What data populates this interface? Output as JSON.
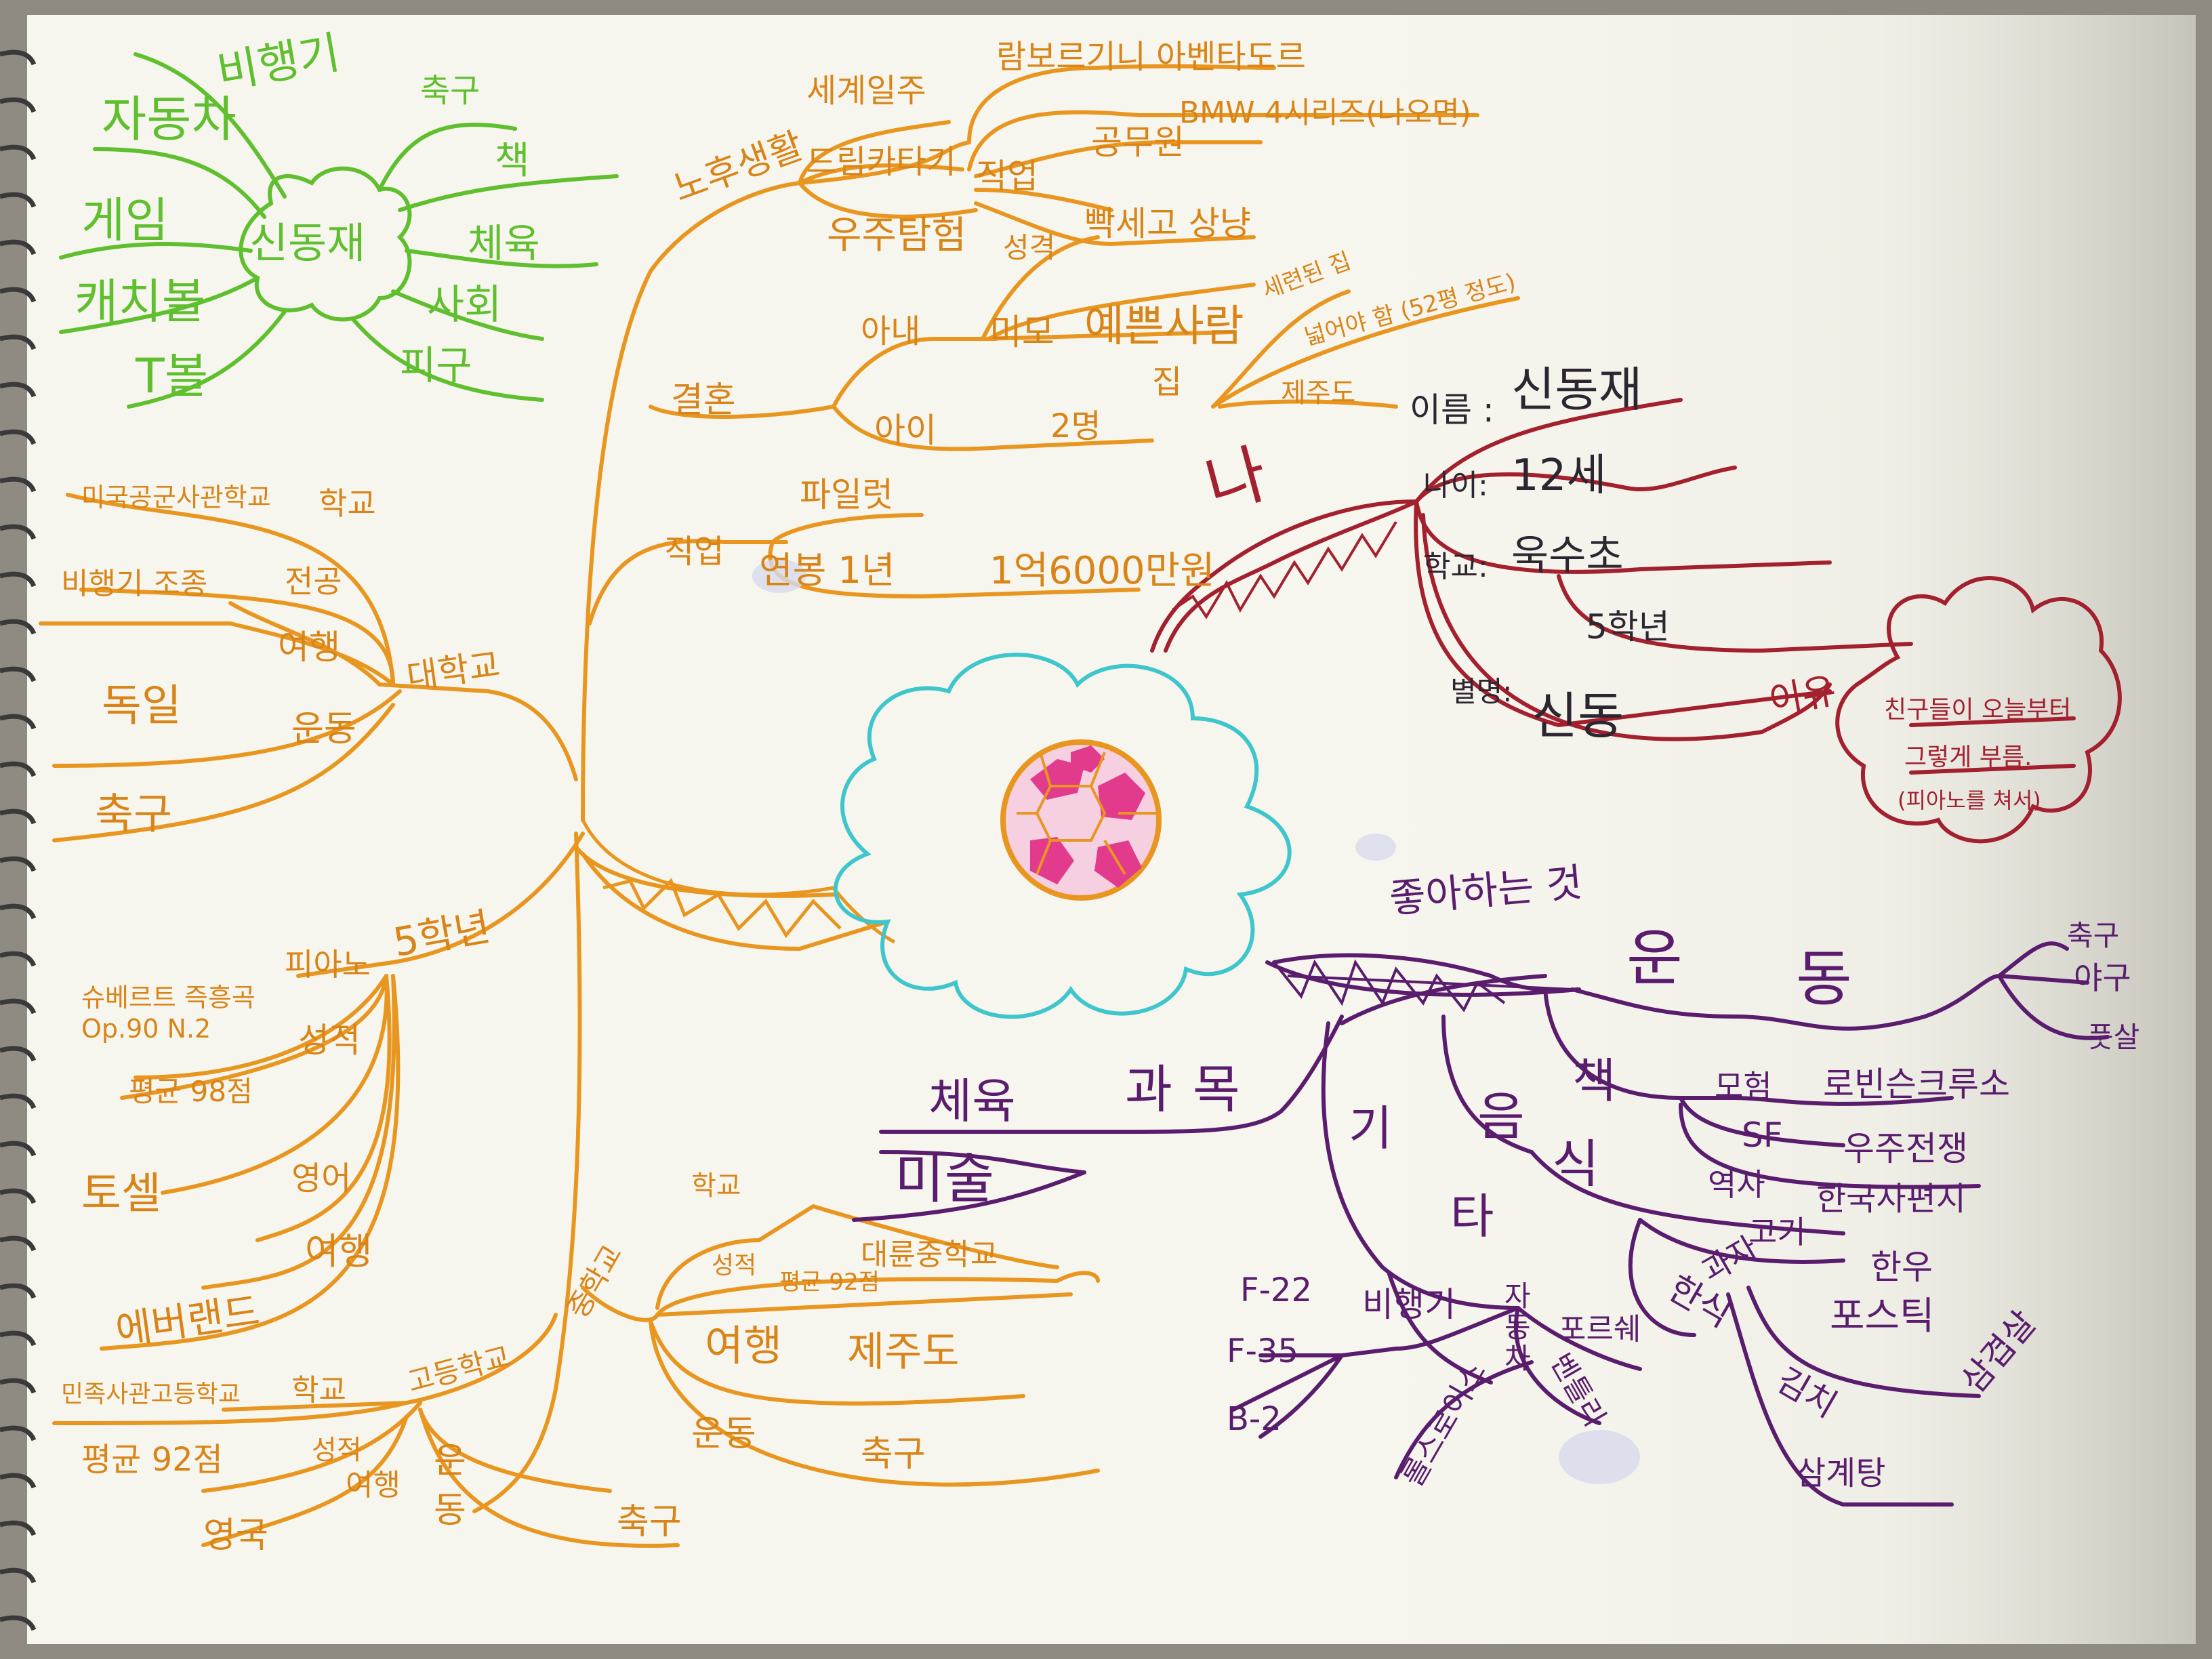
{
  "colors": {
    "green": "#5fbf2e",
    "orange": "#e8961f",
    "red": "#a3202e",
    "purple": "#5a1d6e",
    "cyan": "#3fc6cc",
    "pink": "#e23b8e",
    "paper": "#fbfaf4"
  },
  "green_cluster": {
    "center": "신동재",
    "items": [
      "비행기",
      "자동차",
      "게임",
      "캐치볼",
      "T볼",
      "축구",
      "책",
      "체육",
      "사회",
      "피구"
    ]
  },
  "future": {
    "old_age": {
      "label": "노후생활",
      "items": [
        "세계일주",
        "드림카타기",
        "우주탐험"
      ],
      "cars": [
        "람보르기니 아벤타도르",
        "BMW 4시리즈(나오면)"
      ]
    },
    "job2": {
      "label": "직업",
      "items": [
        "공무원"
      ]
    },
    "personality": {
      "label": "성격",
      "value": "빡세고 상냥"
    },
    "marriage": {
      "label": "결혼",
      "wife": "아내",
      "looks": "미모",
      "pretty": "예쁜사람",
      "house": "집",
      "house_items": [
        "세련된 집",
        "넓어야 함 (52평 정도)",
        "제주도"
      ],
      "child": "아이",
      "child_count": "2명"
    },
    "job": {
      "label": "직업",
      "pilot": "파일럿",
      "salary": "연봉 1년",
      "amount": "1억6000만원"
    }
  },
  "university": {
    "label": "대학교",
    "school": "미국공군사관학교",
    "school_tag": "학교",
    "major_value": "비행기 조종",
    "major_tag": "전공",
    "travel": "여행",
    "germany": "독일",
    "sports": "운동",
    "soccer": "축구"
  },
  "grade5": {
    "label": "5학년",
    "piano": "피아노",
    "piece": "슈베르트 즉흥곡 Op.90 N.2",
    "grade_tag": "성적",
    "avg": "평균 98점",
    "english": "영어",
    "tosel": "토셀",
    "travel": "여행",
    "everland": "에버랜드"
  },
  "middle": {
    "label": "중학교",
    "school_tag": "학교",
    "school": "대륜중학교",
    "grade_tag": "성적",
    "grade": "평균 92점",
    "travel": "여행",
    "jeju": "제주도",
    "sports": "운동",
    "soccer": "축구"
  },
  "high": {
    "label": "고등학교",
    "school": "민족사관고등학교",
    "school_tag": "학교",
    "grade": "평균 92점",
    "grade_tag": "성적",
    "travel": "여행",
    "uk": "영국",
    "sports": "운동",
    "soccer": "축구"
  },
  "me": {
    "label": "나",
    "name_tag": "이름 :",
    "name": "신동재",
    "age_tag": "나이:",
    "age": "12세",
    "school_tag": "학교:",
    "school": "욱수초",
    "grade": "5학년",
    "nick_tag": "별명:",
    "nick": "신동",
    "reason_tag": "이유",
    "reason": [
      "친구들이 오늘부터",
      "그렇게 부름.",
      "(피아노를 쳐서)"
    ]
  },
  "likes": {
    "label": "좋아하는 것",
    "sports": {
      "label": "운동",
      "items": [
        "축구",
        "야구",
        "풋살"
      ]
    },
    "books": {
      "label": "책",
      "genres": [
        {
          "g": "모험",
          "v": "로빈슨크루소"
        },
        {
          "g": "SF",
          "v": "우주전쟁"
        },
        {
          "g": "역사",
          "v": "한국사편지"
        }
      ]
    },
    "food": {
      "label": "음식",
      "meat": "고기",
      "meat_v": "한우",
      "snack": "과자",
      "snack_v": "포스틱",
      "korean": "한식",
      "korean_v": [
        "김치",
        "삼계탕"
      ],
      "pork": "삼겹살"
    },
    "etc": {
      "label": "기타",
      "plane": "비행기",
      "planes": [
        "F-22",
        "F-35",
        "B-2"
      ],
      "car": "자동차",
      "cars": [
        "포르쉐",
        "벤틀리",
        "롤스로이스"
      ]
    },
    "subject": {
      "label": "과목",
      "items": [
        "체육",
        "미술"
      ]
    }
  }
}
